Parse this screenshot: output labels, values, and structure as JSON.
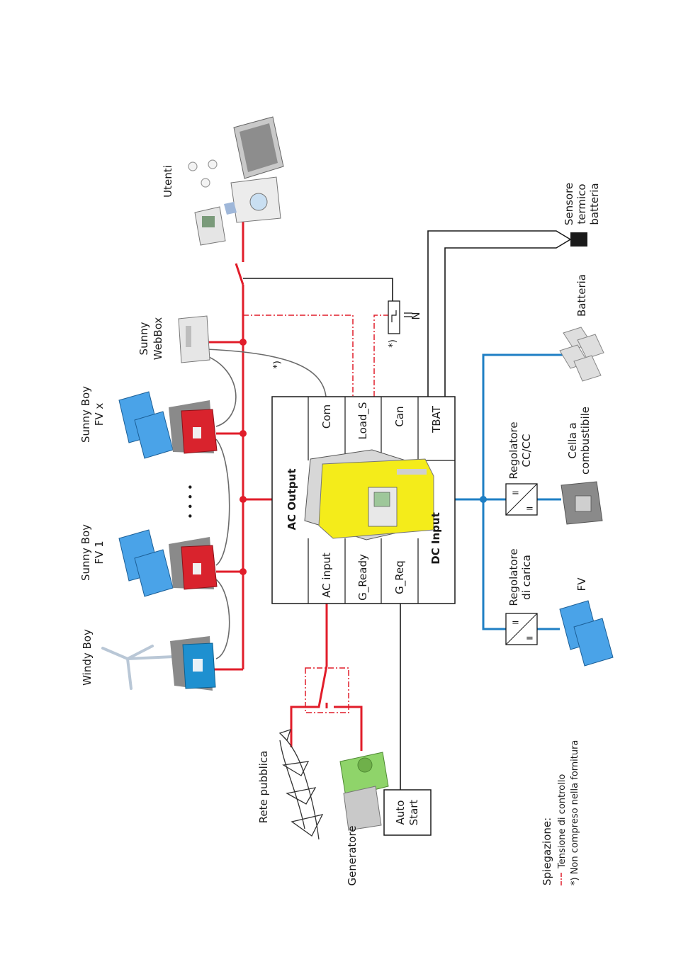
{
  "colors": {
    "ac_line": "#e11d2a",
    "dc_line": "#1f7fc4",
    "signal_line": "#1a1a1a",
    "com_line": "#6b6b6b",
    "inverter_yellow": "#f4ec1a",
    "sunny_boy_red": "#d9232d",
    "windy_boy_blue": "#1e90d0",
    "generator_green": "#8fd46a"
  },
  "icons": {
    "wind_turbine": "wind-turbine-icon",
    "solar_panel": "solar-panel-icon",
    "inverter": "inverter-icon",
    "webbox": "webbox-icon",
    "pylon": "power-pylon-icon",
    "generator": "generator-icon",
    "battery": "battery-icon",
    "fuel_cell": "fuel-cell-icon",
    "converter": "dc-converter-icon",
    "sensor": "temperature-sensor-icon",
    "consumers": "appliances-icon",
    "relay": "relay-icon"
  },
  "labels": {
    "windy_boy": "Windy Boy",
    "sunny_boy_1_l1": "Sunny Boy",
    "sunny_boy_1_l2": "FV 1",
    "sunny_boy_x_l1": "Sunny Boy",
    "sunny_boy_x_l2": "FV x",
    "webbox_l1": "Sunny",
    "webbox_l2": "WebBox",
    "utenti": "Utenti",
    "rete_pubblica": "Rete pubblica",
    "generatore": "Generatore",
    "auto_start_l1": "Auto",
    "auto_start_l2": "Start",
    "dots": "• • • •",
    "footnote_marker": "*)",
    "relay_marker": "*)",
    "relay_n": "N",
    "sensore_l1": "Sensore",
    "sensore_l2": "termico",
    "sensore_l3": "batteria",
    "batteria": "Batteria",
    "reg_cc_l1": "Regolatore",
    "reg_cc_l2": "CC/CC",
    "cella_l1": "Cella a",
    "cella_l2": "combustibile",
    "reg_carica_l1": "Regolatore",
    "reg_carica_l2": "di carica",
    "fv": "FV"
  },
  "unit": {
    "ac_output": "AC Output",
    "dc_input": "DC Input",
    "ports_top": [
      "Com",
      "Load_S",
      "Can",
      "TBAT"
    ],
    "ports_bottom": [
      "AC input",
      "G_Ready",
      "G_Req"
    ]
  },
  "legend": {
    "title": "Spiegazione:",
    "control_voltage": "Tensione di controllo",
    "not_included": "*) Non compreso nella fornitura"
  }
}
